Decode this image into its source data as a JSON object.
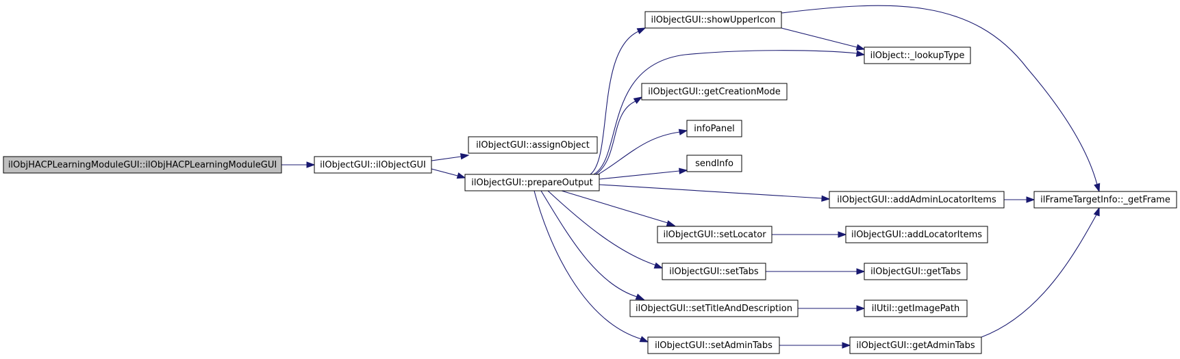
{
  "nodes": {
    "root": "ilObjHACPLearningModuleGUI::ilObjHACPLearningModuleGUI",
    "ctor": "ilObjectGUI::ilObjectGUI",
    "assign": "ilObjectGUI::assignObject",
    "prepare": "ilObjectGUI::prepareOutput",
    "showUpper": "ilObjectGUI::showUpperIcon",
    "lookupType": "ilObject::_lookupType",
    "creationMode": "ilObjectGUI::getCreationMode",
    "infoPanel": "infoPanel",
    "sendInfo": "sendInfo",
    "addAdminLocator": "ilObjectGUI::addAdminLocatorItems",
    "getFrame": "ilFrameTargetInfo::_getFrame",
    "setLocator": "ilObjectGUI::setLocator",
    "addLocator": "ilObjectGUI::addLocatorItems",
    "setTabs": "ilObjectGUI::setTabs",
    "getTabs": "ilObjectGUI::getTabs",
    "setTitle": "ilObjectGUI::setTitleAndDescription",
    "imagePath": "ilUtil::getImagePath",
    "setAdminTabs": "ilObjectGUI::setAdminTabs",
    "getAdminTabs": "ilObjectGUI::getAdminTabs"
  },
  "colors": {
    "edge": "#191970",
    "root_fill": "#bfbfbf",
    "node_fill": "#ffffff",
    "node_border": "#000000"
  }
}
